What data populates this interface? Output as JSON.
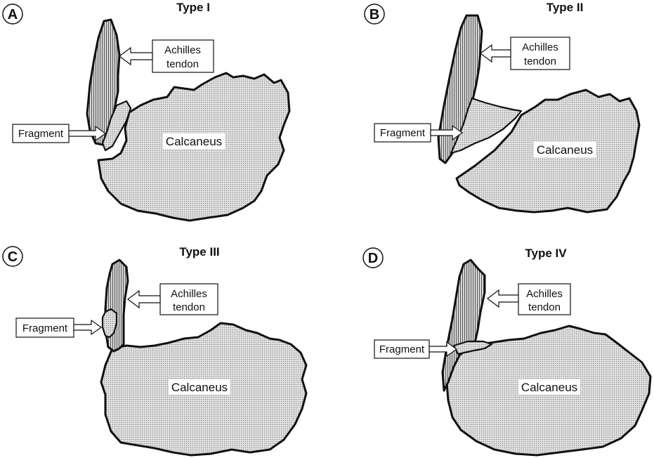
{
  "panels": [
    {
      "letter": "A",
      "title": "Type I",
      "labels": {
        "achilles_1": "Achilles",
        "achilles_2": "tendon",
        "fragment": "Fragment",
        "calcaneus": "Calcaneus"
      }
    },
    {
      "letter": "B",
      "title": "Type II",
      "labels": {
        "achilles_1": "Achilles",
        "achilles_2": "tendon",
        "fragment": "Fragment",
        "calcaneus": "Calcaneus"
      }
    },
    {
      "letter": "C",
      "title": "Type III",
      "labels": {
        "achilles_1": "Achilles",
        "achilles_2": "tendon",
        "fragment": "Fragment",
        "calcaneus": "Calcaneus"
      }
    },
    {
      "letter": "D",
      "title": "Type IV",
      "labels": {
        "achilles_1": "Achilles",
        "achilles_2": "tendon",
        "fragment": "Fragment",
        "calcaneus": "Calcaneus"
      }
    }
  ],
  "colors": {
    "outline": "#111111",
    "background": "#ffffff",
    "dot_fill": "#9a9a9a"
  }
}
